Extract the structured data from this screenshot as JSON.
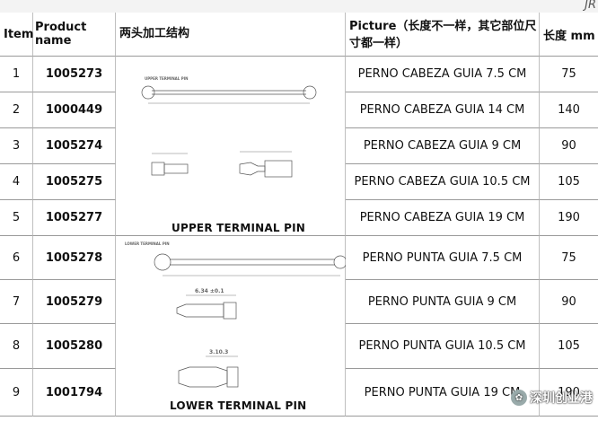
{
  "corner_text": "JR",
  "headers": {
    "item": "Item",
    "product_name": "Product name",
    "structure": "两头加工结构",
    "picture": "Picture（长度不一样，其它部位尺寸都一样）",
    "length": "长度 mm"
  },
  "rows": [
    {
      "item": "1",
      "product": "1005273",
      "desc": "PERNO CABEZA GUIA 7.5 CM",
      "len": "75"
    },
    {
      "item": "2",
      "product": "1000449",
      "desc": "PERNO CABEZA GUIA 14 CM",
      "len": "140"
    },
    {
      "item": "3",
      "product": "1005274",
      "desc": "PERNO CABEZA GUIA 9 CM",
      "len": "90"
    },
    {
      "item": "4",
      "product": "1005275",
      "desc": "PERNO CABEZA GUIA 10.5 CM",
      "len": "105"
    },
    {
      "item": "5",
      "product": "1005277",
      "desc": "PERNO CABEZA GUIA 19 CM",
      "len": "190"
    },
    {
      "item": "6",
      "product": "1005278",
      "desc": "PERNO PUNTA GUIA 7.5 CM",
      "len": "75"
    },
    {
      "item": "7",
      "product": "1005279",
      "desc": "PERNO PUNTA GUIA 9 CM",
      "len": "90"
    },
    {
      "item": "8",
      "product": "1005280",
      "desc": "PERNO PUNTA GUIA 10.5 CM",
      "len": "105"
    },
    {
      "item": "9",
      "product": "1001794",
      "desc": "PERNO PUNTA GUIA 19 CM",
      "len": "190"
    }
  ],
  "drawings": {
    "upper_label": "UPPER TERMINAL PIN",
    "upper_small_title": "UPPER TERMINAL PIN",
    "lower_label": "LOWER TERMINAL PIN",
    "lower_small_title": "LOWER TERMINAL PIN",
    "dim_634": "6.34 ±0.1",
    "dim_310": "3.10.3"
  },
  "watermark": "深圳创业港"
}
